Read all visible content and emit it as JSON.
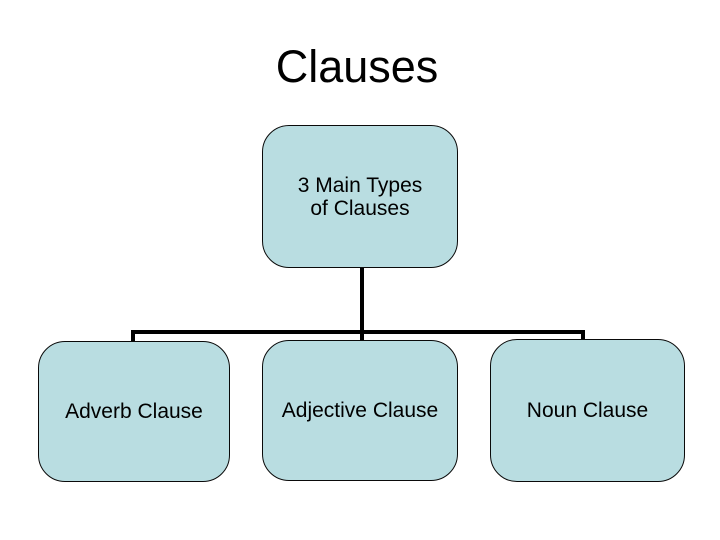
{
  "slide": {
    "title": "Clauses",
    "diagram": {
      "type": "hierarchy",
      "root": {
        "label": "3 Main Types\nof Clauses"
      },
      "children": [
        {
          "label": "Adverb Clause"
        },
        {
          "label": "Adjective Clause"
        },
        {
          "label": "Noun Clause"
        }
      ],
      "colors": {
        "background": "#FFFFFF",
        "box_fill": "#B9DDE1",
        "box_border": "#0A0A0A",
        "connector": "#000000",
        "text": "#000000"
      }
    }
  }
}
